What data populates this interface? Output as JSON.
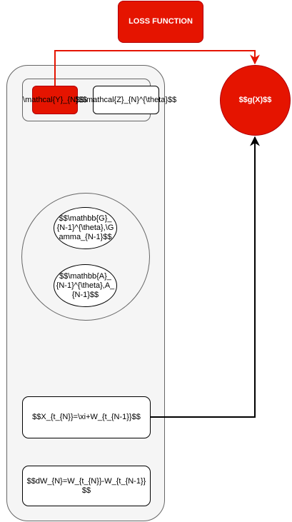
{
  "diagram": {
    "loss_function": {
      "label": "LOSS FUNCTION"
    },
    "g_node": {
      "label": "$$g(X)$$"
    },
    "top_group": {
      "y_node": {
        "label": "\\mathcal{Y}_{N}$$"
      },
      "z_node": {
        "label": "$$\\mathcal{Z}_{N}^{\\theta}$$"
      }
    },
    "mid_group": {
      "gamma_node": {
        "label": "$$\\mathbb{G}_{N-1}^{\\theta},\\Gamma_{N-1}$$"
      },
      "a_node": {
        "label": "$$\\mathbb{A}_{N-1}^{\\theta},A_{N-1}$$"
      }
    },
    "x_node": {
      "label": "$$X_{t_{N}}=\\xi+W_{t_{N-1}}$$"
    },
    "dw_node": {
      "label": "$$dW_{N}=W_{t_{N}}-W_{t_{N-1}}$$"
    }
  },
  "colors": {
    "accent_red": "#e51400",
    "red_stroke": "#b20000",
    "container_fill": "#f5f5f5",
    "container_stroke": "#666666"
  }
}
